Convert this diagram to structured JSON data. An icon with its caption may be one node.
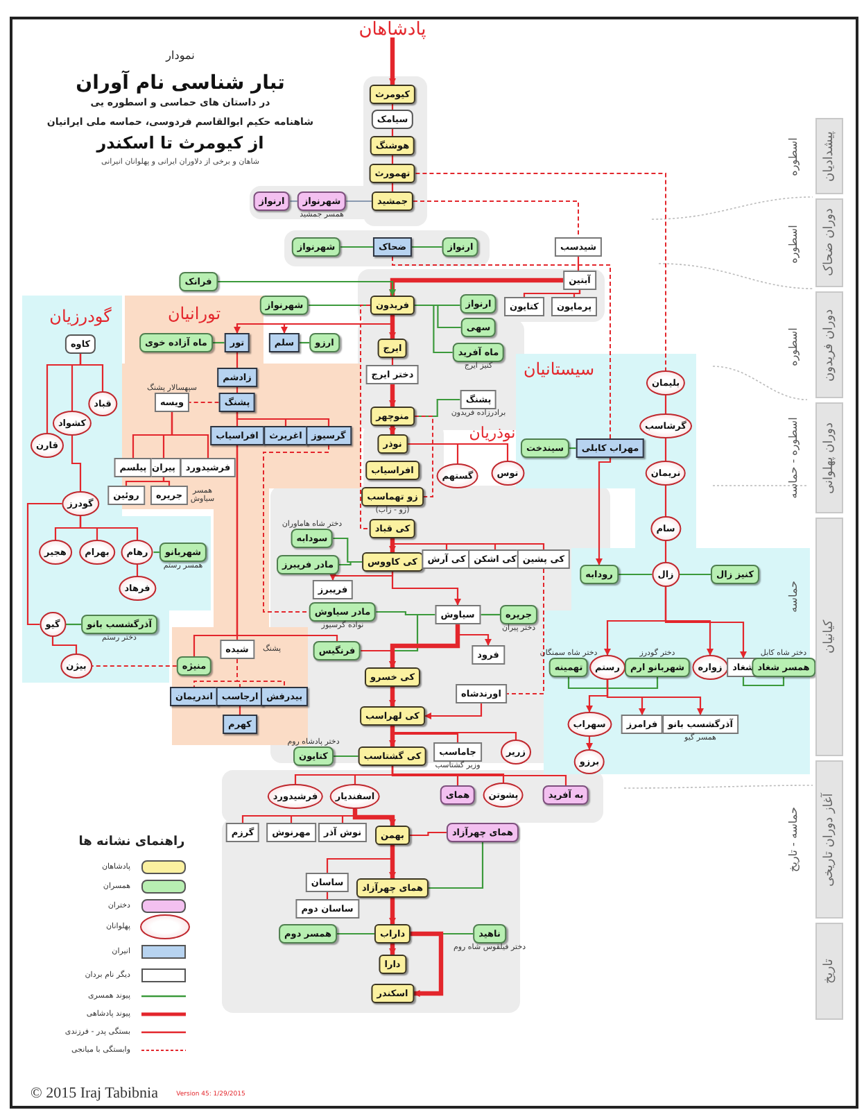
{
  "diagram": {
    "title": "تبار شناسی نام آوران",
    "nodes": [
      {
        "text": [
          "پادشاهان"
        ]
      },
      {
        "text": [
          "کیومرث"
        ]
      },
      {
        "text": [
          "سیامک"
        ]
      },
      {
        "text": [
          "هوشنگ"
        ]
      },
      {
        "text": [
          "تهمورث"
        ]
      },
      {
        "text": [
          "جمشید"
        ]
      },
      {
        "text": [
          "شهرنواز"
        ],
        "beside": [
          "همسر جمشید"
        ]
      },
      {
        "text": [
          "ارنواز"
        ]
      },
      {
        "text": [
          "ضحاک"
        ]
      },
      {
        "text": [
          "شهرنواز"
        ]
      },
      {
        "text": [
          "ارنواز"
        ]
      },
      {
        "text": [
          "شیدسب"
        ]
      },
      {
        "text": [
          "آبتین"
        ]
      },
      {
        "text": [
          "کتایون"
        ]
      },
      {
        "text": [
          "پرمایون"
        ]
      },
      {
        "text": [
          "فرانک"
        ]
      },
      {
        "text": [
          "فریدون"
        ]
      },
      {
        "text": [
          "شهرنواز"
        ]
      },
      {
        "text": [
          "ارنواز"
        ]
      },
      {
        "text": [
          "سهی"
        ]
      },
      {
        "text": [
          "ماه آفرید"
        ],
        "beside": [
          "کنیز ایرج"
        ]
      },
      {
        "text": [
          "ایرج"
        ]
      },
      {
        "text": [
          "دختر ایرج"
        ]
      },
      {
        "text": [
          "پشنگ"
        ],
        "beside": [
          "برادرزاده فریدون"
        ]
      },
      {
        "text": [
          "منوچهر"
        ]
      },
      {
        "text": [
          "نوذر"
        ]
      },
      {
        "text": [
          "افراسیاب"
        ]
      },
      {
        "text": [
          "زو تهماسب"
        ],
        "beside": [
          "(زو - زاب)"
        ]
      },
      {
        "text": [
          "کی قباد"
        ]
      },
      {
        "text": [
          "گستهم"
        ]
      },
      {
        "text": [
          "توس"
        ]
      },
      {
        "text": [
          "کی کاووس"
        ]
      },
      {
        "text": [
          "کی آرش"
        ]
      },
      {
        "text": [
          "کی اشکن"
        ]
      },
      {
        "text": [
          "کی پشین"
        ]
      },
      {
        "text": [
          "سودابه"
        ],
        "beside": [
          "دختر شاه هاماوران"
        ]
      },
      {
        "text": [
          "مادر فریبرز"
        ]
      },
      {
        "text": [
          "فریبرز"
        ]
      },
      {
        "text": [
          "سیاوش"
        ]
      },
      {
        "text": [
          "جریره"
        ],
        "beside": [
          "دختر پیران"
        ]
      },
      {
        "text": [
          "فرود"
        ]
      },
      {
        "text": [
          "مادر سیاوش"
        ],
        "beside": [
          "نواده گرسیوز"
        ]
      },
      {
        "text": [
          "فرنگیس"
        ]
      },
      {
        "text": [
          "کی خسرو"
        ]
      },
      {
        "text": [
          "اورندشاه"
        ]
      },
      {
        "text": [
          "کی لهراسب"
        ]
      },
      {
        "text": [
          "جاماسب"
        ],
        "beside": [
          "وزیر گشتاسب"
        ]
      },
      {
        "text": [
          "زریر"
        ]
      },
      {
        "text": [
          "کی گشتاسب"
        ]
      },
      {
        "text": [
          "کتایون"
        ],
        "beside": [
          "دختر پادشاه روم"
        ]
      },
      {
        "text": [
          "فرشیدورد"
        ]
      },
      {
        "text": [
          "اسفندیار"
        ]
      },
      {
        "text": [
          "همای"
        ]
      },
      {
        "text": [
          "پشوتن"
        ]
      },
      {
        "text": [
          "به آفرید"
        ]
      },
      {
        "text": [
          "گرزم"
        ]
      },
      {
        "text": [
          "مهرنوش"
        ]
      },
      {
        "text": [
          "نوش آذر"
        ]
      },
      {
        "text": [
          "بهمن"
        ]
      },
      {
        "text": [
          "همای چهرآزاد"
        ]
      },
      {
        "text": [
          "ساسان"
        ]
      },
      {
        "text": [
          "ساسان دوم"
        ]
      },
      {
        "text": [
          "همای چهرآزاد"
        ]
      },
      {
        "text": [
          "داراب"
        ]
      },
      {
        "text": [
          "همسر دوم"
        ]
      },
      {
        "text": [
          "ناهید"
        ],
        "beside": [
          "دختر فیلقوس شاه روم"
        ]
      },
      {
        "text": [
          "دارا"
        ]
      },
      {
        "text": [
          "اسکندر"
        ]
      },
      {
        "text": [
          "تورانیان"
        ]
      },
      {
        "text": [
          "تور"
        ],
        "in": 68
      },
      {
        "text": [
          "ماه آزاده خوی"
        ],
        "in": 68
      },
      {
        "text": [
          "سلم"
        ]
      },
      {
        "text": [
          "ارزو"
        ]
      },
      {
        "text": [
          "زادشم"
        ],
        "in": 68
      },
      {
        "text": [
          "پشنگ"
        ],
        "in": 68
      },
      {
        "text": [
          "ویسه"
        ],
        "in": 68,
        "beside": [
          "سپهسالار پشنگ"
        ]
      },
      {
        "text": [
          "افراسیاب"
        ],
        "in": 68
      },
      {
        "text": [
          "اغریرث"
        ],
        "in": 68
      },
      {
        "text": [
          "گرسیوز"
        ],
        "in": 68
      },
      {
        "text": [
          "فرشیدورد"
        ],
        "in": 68
      },
      {
        "text": [
          "پیران"
        ],
        "in": 68
      },
      {
        "text": [
          "پیلسم"
        ],
        "in": 68
      },
      {
        "text": [
          "جریره"
        ],
        "in": 68,
        "beside": [
          "همسر سیاوش"
        ]
      },
      {
        "text": [
          "روئین"
        ],
        "in": 68
      },
      {
        "text": [
          "شیده"
        ],
        "in": 68,
        "beside": [
          "پشنگ"
        ]
      },
      {
        "text": [
          "منیژه"
        ],
        "in": 68
      },
      {
        "text": [
          "اندریمان"
        ],
        "in": 68
      },
      {
        "text": [
          "ارجاسب"
        ],
        "in": 68
      },
      {
        "text": [
          "بیدرفش"
        ],
        "in": 68
      },
      {
        "text": [
          "کهرم"
        ],
        "in": 68
      },
      {
        "text": [
          "گودرزیان"
        ]
      },
      {
        "text": [
          "کاوه"
        ],
        "in": 90
      },
      {
        "text": [
          "قباد"
        ],
        "in": 90
      },
      {
        "text": [
          "کشواد"
        ],
        "in": 90
      },
      {
        "text": [
          "قارن"
        ],
        "in": 90
      },
      {
        "text": [
          "گودرز"
        ],
        "in": 90
      },
      {
        "text": [
          "هجیر"
        ],
        "in": 90
      },
      {
        "text": [
          "بهرام"
        ],
        "in": 90
      },
      {
        "text": [
          "رهام"
        ],
        "in": 90
      },
      {
        "text": [
          "شهربانو"
        ],
        "in": 90,
        "beside": [
          "همسر رستم"
        ]
      },
      {
        "text": [
          "فرهاد"
        ],
        "in": 90
      },
      {
        "text": [
          "گیو"
        ],
        "in": 90
      },
      {
        "text": [
          "آذرگشسب بانو"
        ],
        "in": 90,
        "beside": [
          "دختر رستم"
        ]
      },
      {
        "text": [
          "بیژن"
        ],
        "in": 90
      },
      {
        "text": [
          "سیستانیان"
        ]
      },
      {
        "text": [
          "بلیمان"
        ],
        "in": 104
      },
      {
        "text": [
          "گرشاسب"
        ],
        "in": 104
      },
      {
        "text": [
          "نریمان"
        ],
        "in": 104
      },
      {
        "text": [
          "سام"
        ],
        "in": 104
      },
      {
        "text": [
          "مهراب کابلی"
        ],
        "in": 104
      },
      {
        "text": [
          "سیندخت"
        ],
        "in": 104
      },
      {
        "text": [
          "زال"
        ],
        "in": 104
      },
      {
        "text": [
          "رودابه"
        ],
        "in": 104
      },
      {
        "text": [
          "کنیز زال"
        ],
        "in": 104
      },
      {
        "text": [
          "تهمینه"
        ],
        "in": 104,
        "beside": [
          "دختر شاه سمنگان"
        ]
      },
      {
        "text": [
          "رستم"
        ],
        "in": 104
      },
      {
        "text": [
          "شهربانو ارم"
        ],
        "in": 104,
        "beside": [
          "دختر گودرز"
        ]
      },
      {
        "text": [
          "زواره"
        ],
        "in": 104
      },
      {
        "text": [
          "شغاد"
        ],
        "in": 104
      },
      {
        "text": [
          "همسر شغاد"
        ],
        "in": 104,
        "beside": [
          "دختر شاه کابل"
        ]
      },
      {
        "text": [
          "سهراب"
        ],
        "in": 104
      },
      {
        "text": [
          "فرامرز"
        ],
        "in": 104
      },
      {
        "text": [
          "آذرگشسب بانو"
        ],
        "in": 104,
        "beside": [
          "همسر گیو"
        ]
      },
      {
        "text": [
          "برزو"
        ],
        "in": 104
      },
      {
        "text": [
          "پیشدادیان"
        ]
      },
      {
        "text": [
          "دوران ضحاک"
        ]
      },
      {
        "text": [
          "دوران فریدون"
        ]
      },
      {
        "text": [
          "دوران پهلوانی"
        ]
      },
      {
        "text": [
          "کیانیان"
        ]
      },
      {
        "text": [
          "آغاز دوران تاریخی"
        ]
      },
      {
        "text": [
          "تاریخ"
        ]
      }
    ],
    "edges": [
      {
        "from": 0,
        "to": 1,
        "arrow": "to",
        "style": "thick"
      },
      {
        "from": 1,
        "to": 2,
        "arrow": "none"
      },
      {
        "from": 2,
        "to": 3,
        "arrow": "none"
      },
      {
        "from": 3,
        "to": 4,
        "arrow": "none"
      },
      {
        "from": 4,
        "to": 5,
        "arrow": "none"
      },
      {
        "from": 5,
        "to": 6,
        "arrow": "none",
        "color": "#8a9ab0"
      },
      {
        "from": 6,
        "to": 7,
        "arrow": "none",
        "color": "#8a9ab0"
      },
      {
        "from": 4,
        "to": 105,
        "arrow": "none",
        "style": "dashed"
      },
      {
        "from": 5,
        "to": 11,
        "arrow": "none",
        "style": "dashed"
      },
      {
        "from": 8,
        "to": 9,
        "arrow": "none",
        "color": "#3c9a3c"
      },
      {
        "from": 8,
        "to": 10,
        "arrow": "none",
        "color": "#3c9a3c"
      },
      {
        "from": 8,
        "to": 109,
        "arrow": "none",
        "style": "dashed"
      },
      {
        "from": 11,
        "to": 12,
        "arrow": "none"
      },
      {
        "from": 12,
        "to": 16,
        "arrow": "to",
        "style": "thick"
      },
      {
        "from": 12,
        "to": 13,
        "arrow": "none"
      },
      {
        "from": 12,
        "to": 14,
        "arrow": "none"
      },
      {
        "from": 15,
        "to": 16,
        "arrow": "to",
        "color": "#3c9a3c"
      },
      {
        "from": 16,
        "to": 17,
        "arrow": "none",
        "color": "#3c9a3c"
      },
      {
        "from": 16,
        "to": 18,
        "arrow": "none",
        "color": "#3c9a3c"
      },
      {
        "from": 16,
        "to": 19,
        "arrow": "none",
        "color": "#3c9a3c"
      },
      {
        "from": 16,
        "to": 20,
        "arrow": "none",
        "color": "#3c9a3c"
      },
      {
        "from": 16,
        "to": 71,
        "arrow": "to"
      },
      {
        "from": 16,
        "to": 69,
        "arrow": "to"
      },
      {
        "from": 16,
        "to": 21,
        "arrow": "to",
        "style": "thick"
      },
      {
        "from": 69,
        "to": 70,
        "arrow": "none",
        "color": "#3c9a3c"
      },
      {
        "from": 71,
        "to": 72,
        "arrow": "none",
        "color": "#3c9a3c"
      },
      {
        "from": 69,
        "to": 73,
        "arrow": "none"
      },
      {
        "from": 73,
        "to": 74,
        "arrow": "none"
      },
      {
        "from": 74,
        "to": 75,
        "arrow": "none",
        "style": "dashed"
      },
      {
        "from": 74,
        "to": 76,
        "arrow": "none"
      },
      {
        "from": 74,
        "to": 77,
        "arrow": "none"
      },
      {
        "from": 74,
        "to": 78,
        "arrow": "none"
      },
      {
        "from": 75,
        "to": 79,
        "arrow": "none"
      },
      {
        "from": 75,
        "to": 80,
        "arrow": "none"
      },
      {
        "from": 75,
        "to": 81,
        "arrow": "none"
      },
      {
        "from": 80,
        "to": 82,
        "arrow": "none"
      },
      {
        "from": 80,
        "to": 83,
        "arrow": "none"
      },
      {
        "from": 21,
        "to": 22,
        "arrow": "none"
      },
      {
        "from": 22,
        "to": 24,
        "arrow": "to",
        "style": "thick"
      },
      {
        "from": 23,
        "to": 24,
        "arrow": "none",
        "color": "#3c9a3c"
      },
      {
        "from": 16,
        "to": 28,
        "arrow": "none",
        "style": "dashed"
      },
      {
        "from": 24,
        "to": 25,
        "arrow": "to",
        "style": "thick"
      },
      {
        "from": 25,
        "to": 29,
        "arrow": "none"
      },
      {
        "from": 25,
        "to": 30,
        "arrow": "none"
      },
      {
        "from": 24,
        "to": 27,
        "arrow": "none",
        "style": "dashed"
      },
      {
        "from": 28,
        "to": 31,
        "arrow": "to",
        "style": "thick"
      },
      {
        "from": 28,
        "to": 32,
        "arrow": "none"
      },
      {
        "from": 28,
        "to": 33,
        "arrow": "none"
      },
      {
        "from": 28,
        "to": 34,
        "arrow": "none"
      },
      {
        "from": 34,
        "to": 44,
        "arrow": "none",
        "style": "dashed"
      },
      {
        "from": 44,
        "to": 45,
        "arrow": "to"
      },
      {
        "from": 35,
        "to": 31,
        "arrow": "none",
        "color": "#3c9a3c"
      },
      {
        "from": 36,
        "to": 31,
        "arrow": "none",
        "color": "#3c9a3c"
      },
      {
        "from": 31,
        "to": 37,
        "arrow": "to"
      },
      {
        "from": 31,
        "to": 38,
        "arrow": "to"
      },
      {
        "from": 38,
        "to": 39,
        "arrow": "none",
        "color": "#3c9a3c"
      },
      {
        "from": 38,
        "to": 40,
        "arrow": "to"
      },
      {
        "from": 41,
        "to": 38,
        "arrow": "none",
        "color": "#3c9a3c"
      },
      {
        "from": 42,
        "to": 38,
        "arrow": "none",
        "color": "#3c9a3c"
      },
      {
        "from": 42,
        "to": 43,
        "arrow": "to"
      },
      {
        "from": 38,
        "to": 43,
        "arrow": "to",
        "style": "thick"
      },
      {
        "from": 78,
        "to": 41,
        "arrow": "none",
        "style": "dashed"
      },
      {
        "from": 76,
        "to": 84,
        "arrow": "none"
      },
      {
        "from": 76,
        "to": 85,
        "arrow": "none"
      },
      {
        "from": 76,
        "to": 42,
        "arrow": "none"
      },
      {
        "from": 84,
        "to": 86,
        "arrow": "none",
        "style": "dashed"
      },
      {
        "from": 84,
        "to": 87,
        "arrow": "none",
        "style": "dashed"
      },
      {
        "from": 84,
        "to": 88,
        "arrow": "none",
        "style": "dashed"
      },
      {
        "from": 87,
        "to": 89,
        "arrow": "none"
      },
      {
        "from": 85,
        "to": 103,
        "arrow": "none",
        "style": "dashed"
      },
      {
        "from": 43,
        "to": 45,
        "arrow": "to",
        "style": "thick"
      },
      {
        "from": 45,
        "to": 48,
        "arrow": "to",
        "style": "thick"
      },
      {
        "from": 45,
        "to": 47,
        "arrow": "none"
      },
      {
        "from": 45,
        "to": 46,
        "arrow": "none"
      },
      {
        "from": 49,
        "to": 48,
        "arrow": "none",
        "color": "#3c9a3c"
      },
      {
        "from": 48,
        "to": 50,
        "arrow": "none"
      },
      {
        "from": 48,
        "to": 51,
        "arrow": "none"
      },
      {
        "from": 48,
        "to": 52,
        "arrow": "none"
      },
      {
        "from": 48,
        "to": 53,
        "arrow": "none"
      },
      {
        "from": 48,
        "to": 54,
        "arrow": "none"
      },
      {
        "from": 51,
        "to": 55,
        "arrow": "none"
      },
      {
        "from": 51,
        "to": 56,
        "arrow": "none"
      },
      {
        "from": 51,
        "to": 57,
        "arrow": "none"
      },
      {
        "from": 51,
        "to": 58,
        "arrow": "to",
        "style": "thick"
      },
      {
        "from": 58,
        "to": 59,
        "arrow": "none"
      },
      {
        "from": 59,
        "to": 62,
        "arrow": "none",
        "color": "#3c9a3c"
      },
      {
        "from": 58,
        "to": 60,
        "arrow": "none"
      },
      {
        "from": 60,
        "to": 61,
        "arrow": "none"
      },
      {
        "from": 58,
        "to": 62,
        "arrow": "to",
        "style": "thick"
      },
      {
        "from": 62,
        "to": 63,
        "arrow": "to",
        "style": "thick"
      },
      {
        "from": 64,
        "to": 63,
        "arrow": "none",
        "color": "#3c9a3c"
      },
      {
        "from": 65,
        "to": 63,
        "arrow": "none",
        "color": "#3c9a3c"
      },
      {
        "from": 63,
        "to": 66,
        "arrow": "to",
        "style": "thick"
      },
      {
        "from": 63,
        "to": 67,
        "arrow": "to",
        "style": "thick"
      },
      {
        "from": 91,
        "to": 92,
        "arrow": "none"
      },
      {
        "from": 91,
        "to": 93,
        "arrow": "none"
      },
      {
        "from": 91,
        "to": 94,
        "arrow": "none"
      },
      {
        "from": 93,
        "to": 95,
        "arrow": "none"
      },
      {
        "from": 95,
        "to": 96,
        "arrow": "none"
      },
      {
        "from": 95,
        "to": 97,
        "arrow": "none"
      },
      {
        "from": 95,
        "to": 98,
        "arrow": "none"
      },
      {
        "from": 98,
        "to": 99,
        "arrow": "none",
        "color": "#3c9a3c"
      },
      {
        "from": 98,
        "to": 100,
        "arrow": "none"
      },
      {
        "from": 95,
        "to": 101,
        "arrow": "none"
      },
      {
        "from": 101,
        "to": 102,
        "arrow": "none",
        "color": "#3c9a3c"
      },
      {
        "from": 101,
        "to": 103,
        "arrow": "none"
      },
      {
        "from": 105,
        "to": 106,
        "arrow": "none"
      },
      {
        "from": 106,
        "to": 107,
        "arrow": "none"
      },
      {
        "from": 107,
        "to": 108,
        "arrow": "none"
      },
      {
        "from": 108,
        "to": 111,
        "arrow": "none"
      },
      {
        "from": 109,
        "to": 110,
        "arrow": "none",
        "color": "#3c9a3c"
      },
      {
        "from": 109,
        "to": 112,
        "arrow": "to"
      },
      {
        "from": 112,
        "to": 111,
        "arrow": "none",
        "color": "#3c9a3c"
      },
      {
        "from": 113,
        "to": 111,
        "arrow": "none",
        "color": "#3c9a3c"
      },
      {
        "from": 111,
        "to": 115,
        "arrow": "to"
      },
      {
        "from": 111,
        "to": 117,
        "arrow": "to"
      },
      {
        "from": 111,
        "to": 118,
        "arrow": "to"
      },
      {
        "from": 114,
        "to": 115,
        "arrow": "none",
        "color": "#3c9a3c"
      },
      {
        "from": 116,
        "to": 115,
        "arrow": "none",
        "color": "#3c9a3c"
      },
      {
        "from": 118,
        "to": 119,
        "arrow": "none",
        "color": "#3c9a3c"
      },
      {
        "from": 115,
        "to": 120,
        "arrow": "to"
      },
      {
        "from": 115,
        "to": 121,
        "arrow": "to"
      },
      {
        "from": 115,
        "to": 122,
        "arrow": "to"
      },
      {
        "from": 120,
        "to": 123,
        "arrow": "to"
      }
    ],
    "labels": [
      "نمودار",
      "در داستان های حماسی و اسطوره یی",
      "شاهنامه حکیم ابوالقاسم فردوسی، حماسه ملی ایرانیان",
      "از کیومرث تا اسکندر",
      "شاهان و برخی از دلاوران ایرانی و پهلوانان انیرانی",
      "نوذریان",
      "اسطوره",
      "اسطوره",
      "اسطوره",
      "اسطوره - حماسه",
      "حماسه",
      "حماسه - تاریخ",
      "راهنمای نشانه ها",
      "© 2015 Iraj Tabibnia",
      "Version 45: 1/29/2015"
    ],
    "legend": [
      {
        "text": "پادشاهان",
        "color": "#fbf1a0"
      },
      {
        "text": "همسران",
        "color": "#b8efb2"
      },
      {
        "text": "دختران",
        "color": "#f3c0f0"
      },
      {
        "text": "پهلوانان"
      },
      {
        "text": "انیران",
        "color": "#b7d3f0"
      },
      {
        "text": "دیگر نام بردان",
        "color": "#ffffff"
      },
      {
        "text": "پیوند همسری"
      },
      {
        "text": "پیوند پادشاهی"
      },
      {
        "text": "بستگی پدر - فرزندی"
      },
      {
        "text": "وابستگی با میانجی"
      }
    ]
  }
}
